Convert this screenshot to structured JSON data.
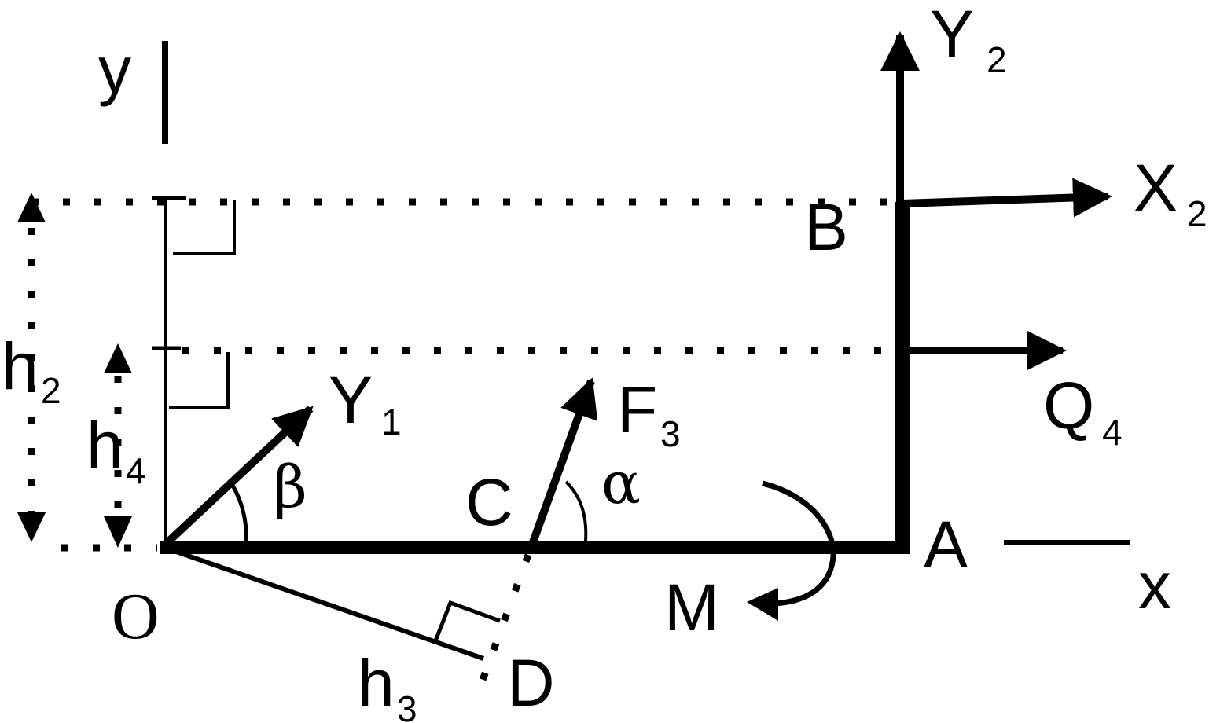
{
  "labels": {
    "y_axis": "y",
    "x_axis": "x",
    "O": "O",
    "A": "A",
    "B": "B",
    "C": "C",
    "D": "D",
    "M": "M",
    "Y2": "Y",
    "Y2_sub": "2",
    "X2": "X",
    "X2_sub": "2",
    "Q4": "Q",
    "Q4_sub": "4",
    "Y1": "Y",
    "Y1_sub": "1",
    "F3": "F",
    "F3_sub": "3",
    "h2": "h",
    "h2_sub": "2",
    "h4": "h",
    "h4_sub": "4",
    "h3": "h",
    "h3_sub": "3",
    "beta": "β",
    "alpha": "α"
  }
}
